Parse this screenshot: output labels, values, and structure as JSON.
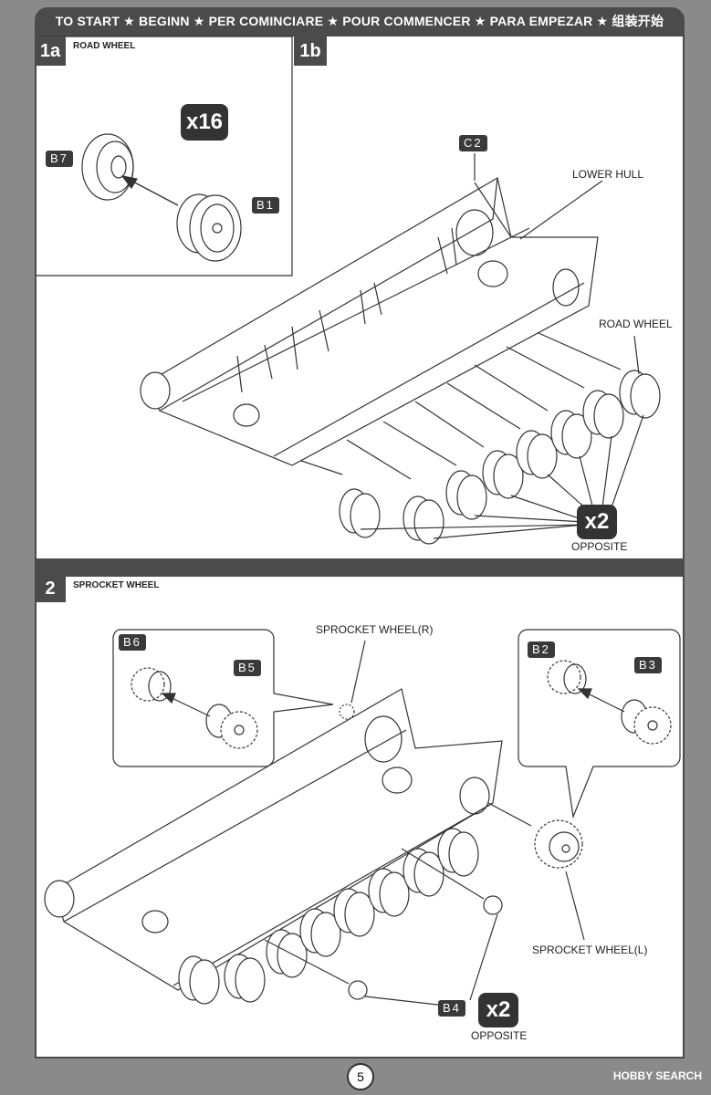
{
  "header": {
    "segments": [
      "TO START",
      "BEGINN",
      "PER COMINCIARE",
      "POUR COMMENCER",
      "PARA EMPEZAR",
      "组装开始"
    ],
    "separator": "★"
  },
  "step1a": {
    "number": "1a",
    "title": "ROAD WHEEL",
    "quantity": "x16",
    "parts": [
      "B7",
      "B1"
    ]
  },
  "step1b": {
    "number": "1b",
    "parts": [
      "C2"
    ],
    "labels": {
      "lower_hull": "LOWER HULL",
      "road_wheel": "ROAD WHEEL",
      "quantity": "x2",
      "opposite": "OPPOSITE"
    }
  },
  "step2": {
    "number": "2",
    "title": "SPROCKET WHEEL",
    "parts": [
      "B6",
      "B5",
      "B2",
      "B3",
      "B4"
    ],
    "labels": {
      "sprocket_r": "SPROCKET WHEEL(R)",
      "sprocket_l": "SPROCKET WHEEL(L)",
      "quantity": "x2",
      "opposite": "OPPOSITE"
    }
  },
  "footer": {
    "page_number": "5",
    "watermark": "HOBBY SEARCH"
  }
}
